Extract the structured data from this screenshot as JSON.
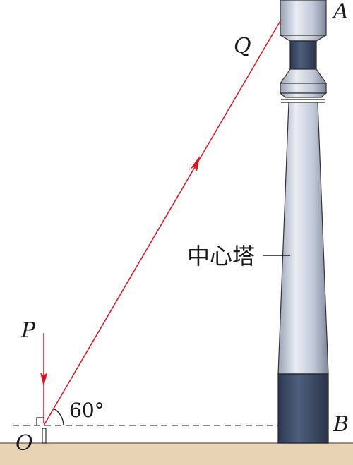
{
  "labels": {
    "point_a": "A",
    "point_b": "B",
    "point_o": "O",
    "point_p": "P",
    "point_q": "Q",
    "angle": "60°",
    "tower": "中心塔"
  },
  "colors": {
    "ground": "#e9d3b5",
    "ray": "#d8141e",
    "tower_light": "#c9d0de",
    "tower_dark": "#3b4a63",
    "dashed_line": "#444444"
  }
}
